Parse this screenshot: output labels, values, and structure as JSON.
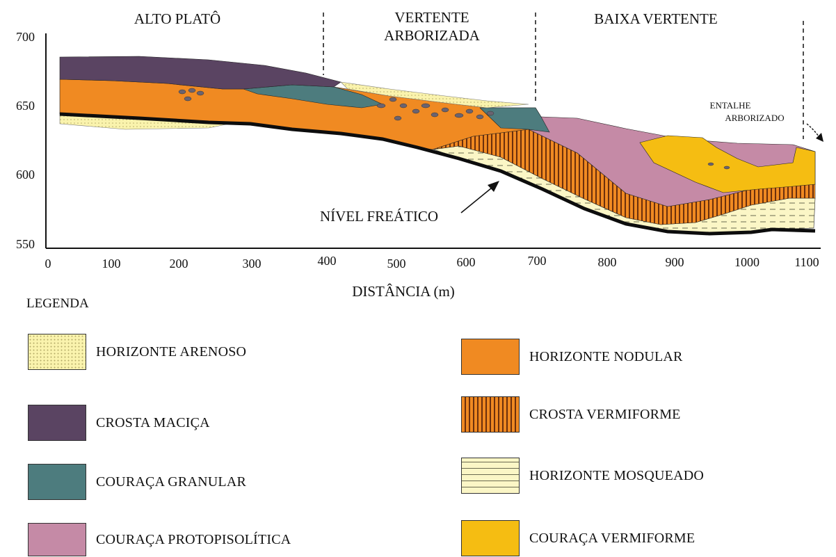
{
  "zones": {
    "alto_plato": "ALTO PLATÔ",
    "vertente_line1": "VERTENTE",
    "vertente_line2": "ARBORIZADA",
    "baixa_vertente": "BAIXA VERTENTE",
    "entalhe_line1": "ENTALHE",
    "entalhe_line2": "ARBORIZADO"
  },
  "annotation": {
    "nivel_freatico": "NÍVEL FREÁTICO"
  },
  "axes": {
    "xlabel": "DISTÂNCIA (m)",
    "x_ticks": [
      "0",
      "100",
      "200",
      "300",
      "400",
      "500",
      "600",
      "700",
      "800",
      "900",
      "1000",
      "1100"
    ],
    "y_ticks": [
      "700",
      "650",
      "600",
      "550"
    ]
  },
  "legend": {
    "title": "LEGENDA",
    "items": [
      {
        "label": "HORIZONTE ARENOSO",
        "color": "#faf3ad"
      },
      {
        "label": "CROSTA  MACIÇA",
        "color": "#5a4462"
      },
      {
        "label": "COURAÇA GRANULAR",
        "color": "#4d7c7e"
      },
      {
        "label": "COURAÇA  PROTOPISOLÍTICA",
        "color": "#c58aa6"
      },
      {
        "label": "HORIZONTE NODULAR",
        "color": "#f08a22"
      },
      {
        "label": "CROSTA VERMIFORME",
        "color": "#f08a22"
      },
      {
        "label": "HORIZONTE MOSQUEADO",
        "color": "#fbf6c6"
      },
      {
        "label": "COURAÇA VERMIFORME",
        "color": "#f5bd12"
      }
    ]
  }
}
